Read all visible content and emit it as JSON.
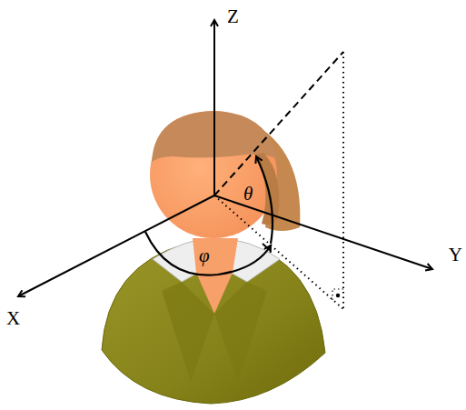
{
  "diagram": {
    "labels": [
      "Z",
      "θ",
      "φ",
      "Y",
      "X"
    ]
  }
}
